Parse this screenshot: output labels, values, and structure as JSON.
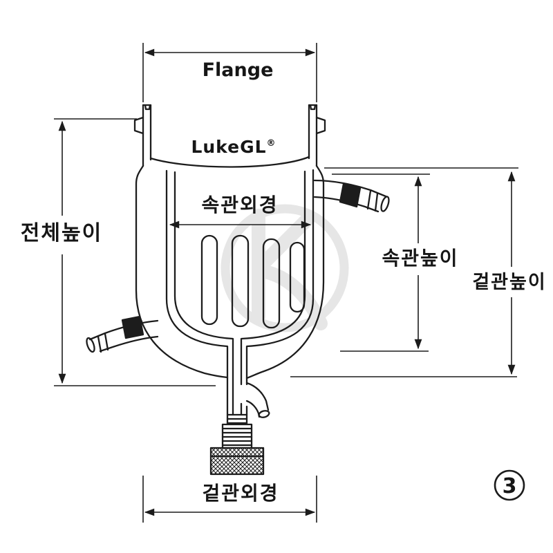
{
  "labels": {
    "flange": "Flange",
    "total_height": "전체높이",
    "inner_tube_od": "속관외경",
    "inner_tube_height": "속관높이",
    "outer_tube_height": "겉관높이",
    "outer_tube_od": "겉관외경"
  },
  "brand": {
    "name": "LukeGL",
    "mark": "®"
  },
  "figure_number": "3",
  "colors": {
    "line": "#1c1c1c",
    "watermark": "#c8c8c8"
  }
}
